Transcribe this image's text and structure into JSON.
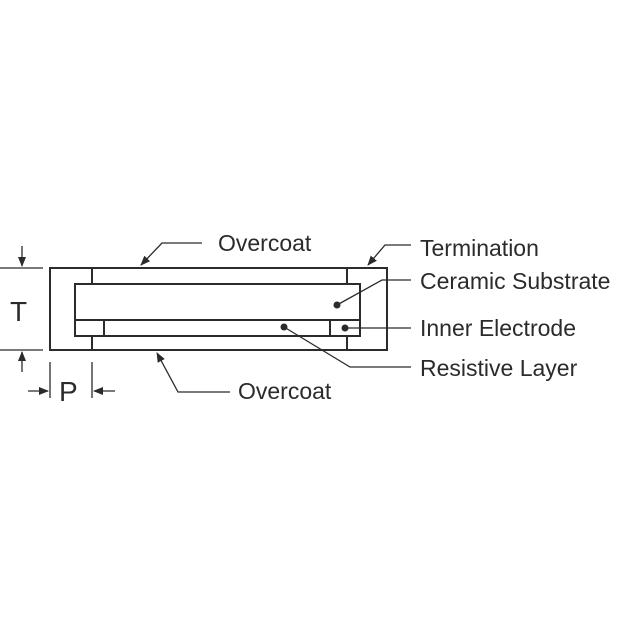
{
  "labels": {
    "overcoat_top": "Overcoat",
    "termination": "Termination",
    "ceramic_substrate": "Ceramic Substrate",
    "inner_electrode": "Inner Electrode",
    "resistive_layer": "Resistive Layer",
    "overcoat_bottom": "Overcoat"
  },
  "dimensions": {
    "thickness": "T",
    "pad": "P"
  }
}
